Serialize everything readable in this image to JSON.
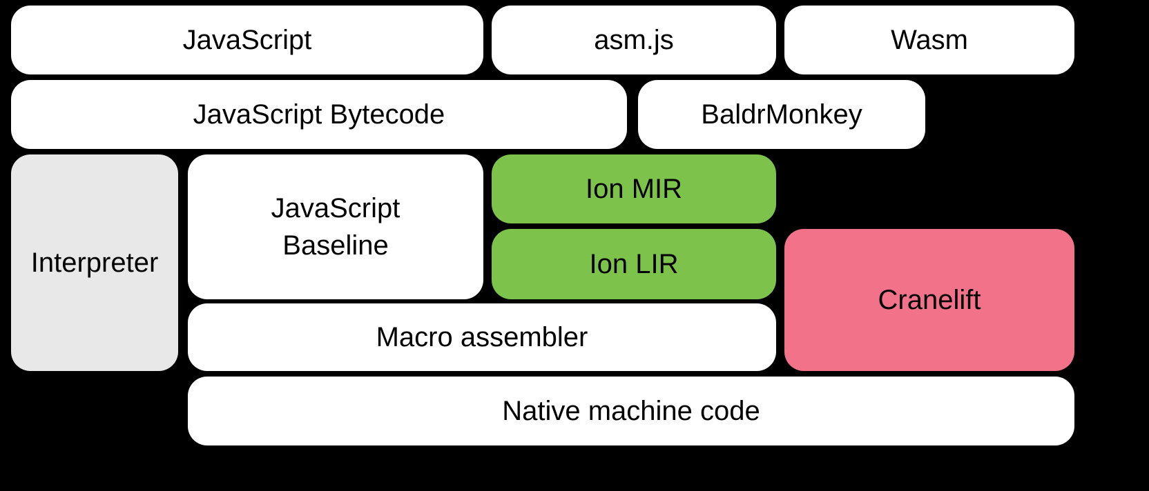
{
  "diagram": {
    "title": "JavaScript / Wasm engine compilation pipeline",
    "colors": {
      "bg": "#000000",
      "text": "#000000",
      "box_white": "#ffffff",
      "box_green": "#7dc24b",
      "box_pink": "#f2728a",
      "box_gray": "#e8e8e8"
    },
    "boxes": [
      {
        "id": "javascript",
        "label": "JavaScript",
        "color": "white"
      },
      {
        "id": "asmjs",
        "label": "asm.js",
        "color": "white"
      },
      {
        "id": "wasm",
        "label": "Wasm",
        "color": "white"
      },
      {
        "id": "javascript-bytecode",
        "label": "JavaScript Bytecode",
        "color": "white"
      },
      {
        "id": "baldrmonkey",
        "label": "BaldrMonkey",
        "color": "white"
      },
      {
        "id": "interpreter",
        "label": "Interpreter",
        "color": "gray"
      },
      {
        "id": "javascript-baseline",
        "label": "JavaScript\nBaseline",
        "color": "white"
      },
      {
        "id": "ion-mir",
        "label": "Ion MIR",
        "color": "green"
      },
      {
        "id": "ion-lir",
        "label": "Ion LIR",
        "color": "green"
      },
      {
        "id": "cranelift",
        "label": "Cranelift",
        "color": "pink"
      },
      {
        "id": "macro-assembler",
        "label": "Macro assembler",
        "color": "white"
      },
      {
        "id": "native-machine-code",
        "label": "Native machine code",
        "color": "white"
      }
    ]
  }
}
